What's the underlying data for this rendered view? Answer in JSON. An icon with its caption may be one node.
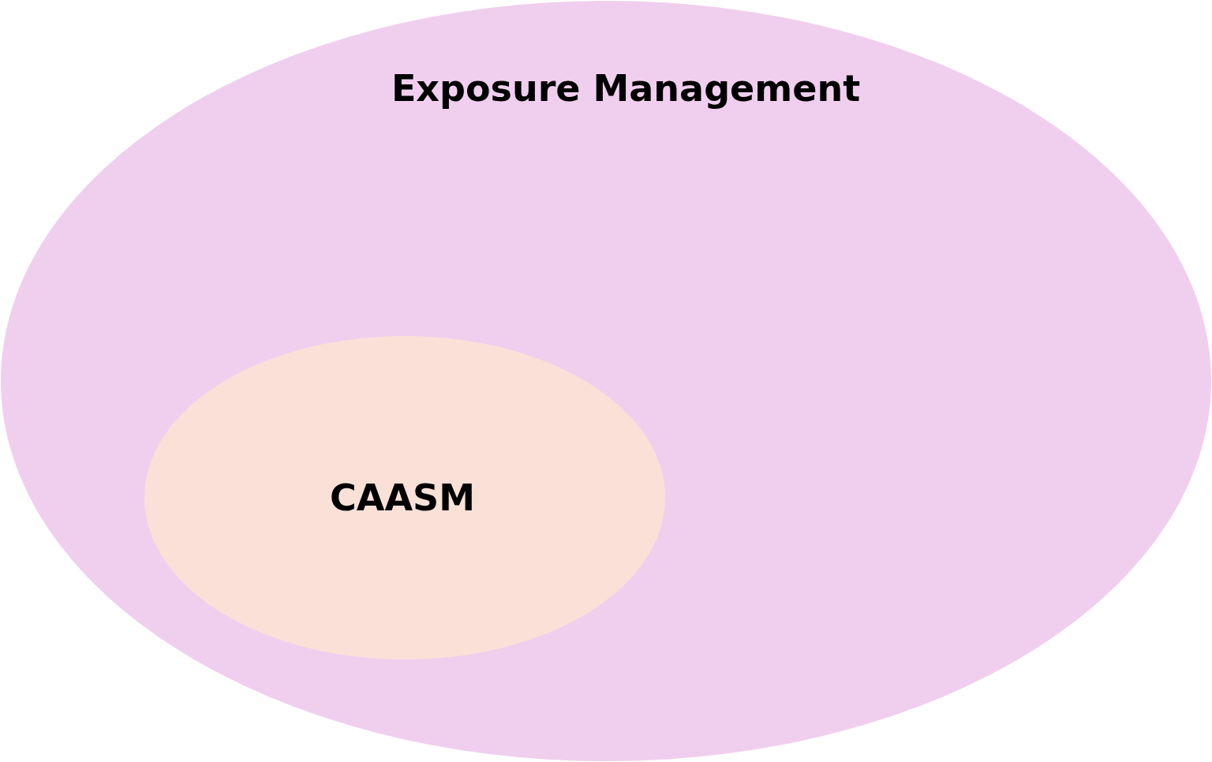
{
  "diagram": {
    "nodes": [
      {
        "text": [
          "Exposure Management"
        ]
      },
      {
        "text": [
          "CAASM"
        ],
        "in": 0
      }
    ]
  }
}
